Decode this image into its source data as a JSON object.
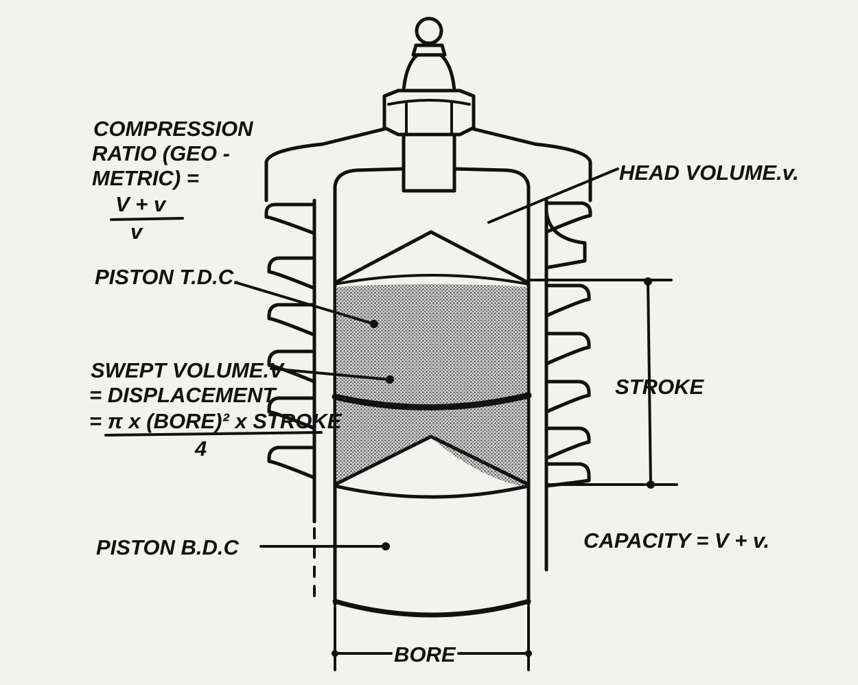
{
  "labels": {
    "compression_line1": "COMPRESSION",
    "compression_line2": "RATIO (GEO -",
    "compression_line3": "METRIC) =",
    "ratio_numerator": "V + v",
    "ratio_denominator": "v",
    "head_volume": "HEAD VOLUME.v.",
    "piston_tdc": "PISTON T.D.C.",
    "swept_line1": "SWEPT VOLUME.V",
    "swept_line2": "= DISPLACEMENT",
    "swept_formula": "= π x (BORE)² x STROKE",
    "swept_formula_denominator": "4",
    "stroke": "STROKE",
    "piston_bdc": "PISTON B.D.C",
    "capacity": "CAPACITY = V + v.",
    "bore": "BORE"
  },
  "colors": {
    "ink": "#111111",
    "paper": "#f2f2ef",
    "shade": "#8a8a8a"
  }
}
